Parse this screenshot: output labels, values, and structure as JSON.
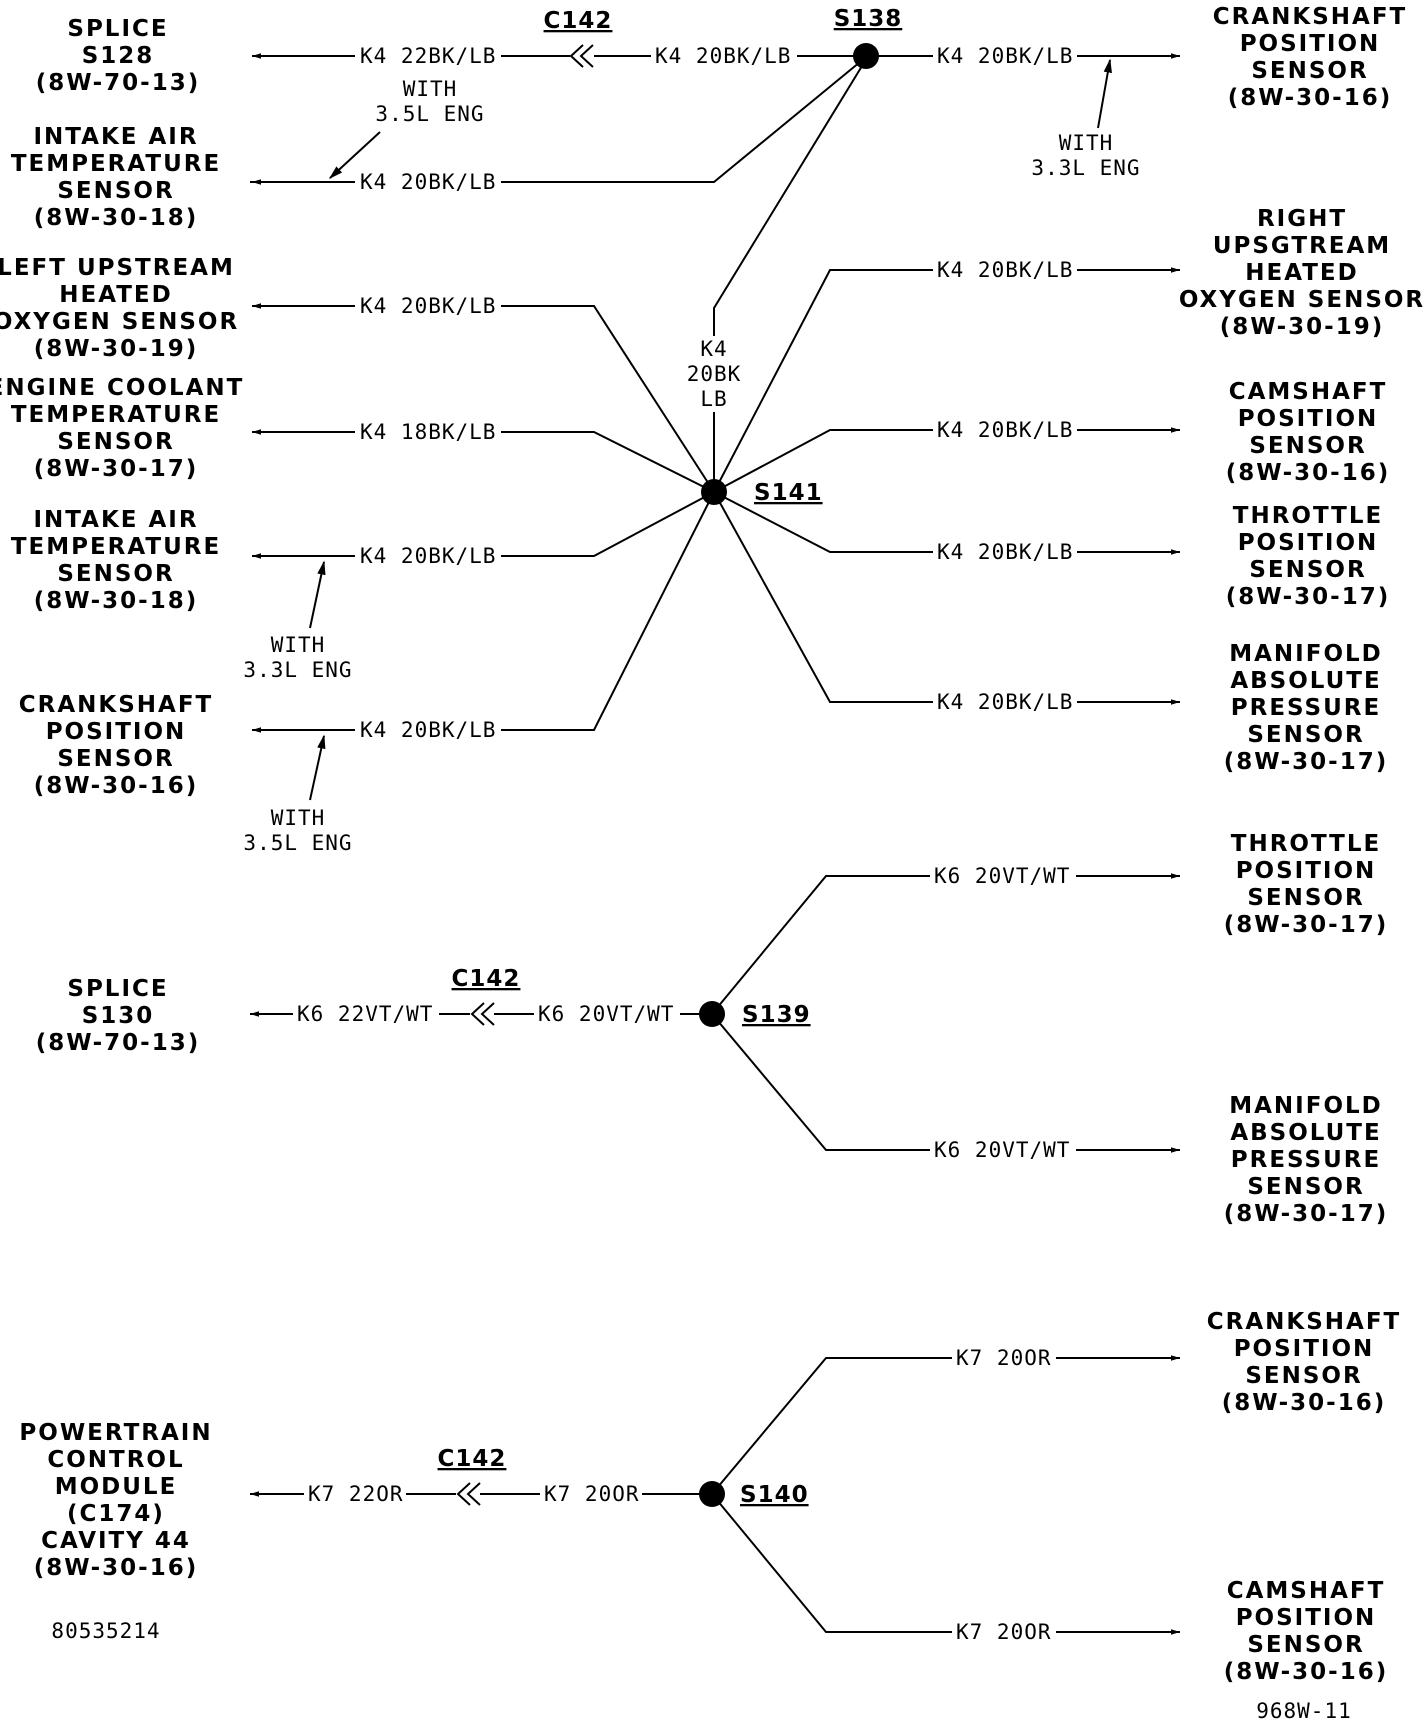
{
  "wires": {
    "k4_22bklb": "K4 22BK/LB",
    "k4_20bklb": "K4 20BK/LB",
    "k4_18bklb": "K4 18BK/LB",
    "k4_vertical": [
      "K4",
      "20BK",
      "LB"
    ],
    "k6_22vtwt": "K6 22VT/WT",
    "k6_20vtwt": "K6 20VT/WT",
    "k7_22or": "K7 22OR",
    "k7_20or": "K7 20OR"
  },
  "splices": {
    "s138": "S138",
    "s141": "S141",
    "s139": "S139",
    "s140": "S140"
  },
  "connectors": {
    "c142": "C142"
  },
  "notes": {
    "with": "WITH",
    "eng35": "3.5L ENG",
    "eng33": "3.3L ENG"
  },
  "left_components": {
    "splice_s128": [
      "SPLICE",
      "S128",
      "(8W-70-13)"
    ],
    "iat_top": [
      "INTAKE AIR",
      "TEMPERATURE",
      "SENSOR",
      "(8W-30-18)"
    ],
    "left_o2": [
      "LEFT UPSTREAM",
      "HEATED",
      "OXYGEN SENSOR",
      "(8W-30-19)"
    ],
    "ect": [
      "ENGINE COOLANT",
      "TEMPERATURE",
      "SENSOR",
      "(8W-30-17)"
    ],
    "iat_lower": [
      "INTAKE AIR",
      "TEMPERATURE",
      "SENSOR",
      "(8W-30-18)"
    ],
    "ckp_left": [
      "CRANKSHAFT",
      "POSITION",
      "SENSOR",
      "(8W-30-16)"
    ],
    "splice_s130": [
      "SPLICE",
      "S130",
      "(8W-70-13)"
    ],
    "pcm": [
      "POWERTRAIN",
      "CONTROL",
      "MODULE",
      "(C174)",
      "CAVITY 44",
      "(8W-30-16)"
    ]
  },
  "right_components": {
    "ckp_top": [
      "CRANKSHAFT",
      "POSITION",
      "SENSOR",
      "(8W-30-16)"
    ],
    "right_o2": [
      "RIGHT",
      "UPSGTREAM",
      "HEATED",
      "OXYGEN SENSOR",
      "(8W-30-19)"
    ],
    "cmp_1": [
      "CAMSHAFT",
      "POSITION",
      "SENSOR",
      "(8W-30-16)"
    ],
    "tps_1": [
      "THROTTLE",
      "POSITION",
      "SENSOR",
      "(8W-30-17)"
    ],
    "map_1": [
      "MANIFOLD",
      "ABSOLUTE",
      "PRESSURE",
      "SENSOR",
      "(8W-30-17)"
    ],
    "tps_2": [
      "THROTTLE",
      "POSITION",
      "SENSOR",
      "(8W-30-17)"
    ],
    "map_2": [
      "MANIFOLD",
      "ABSOLUTE",
      "PRESSURE",
      "SENSOR",
      "(8W-30-17)"
    ],
    "ckp_2": [
      "CRANKSHAFT",
      "POSITION",
      "SENSOR",
      "(8W-30-16)"
    ],
    "cmp_2": [
      "CAMSHAFT",
      "POSITION",
      "SENSOR",
      "(8W-30-16)"
    ]
  },
  "footer": {
    "left_id": "80535214",
    "right_id": "968W-11"
  }
}
